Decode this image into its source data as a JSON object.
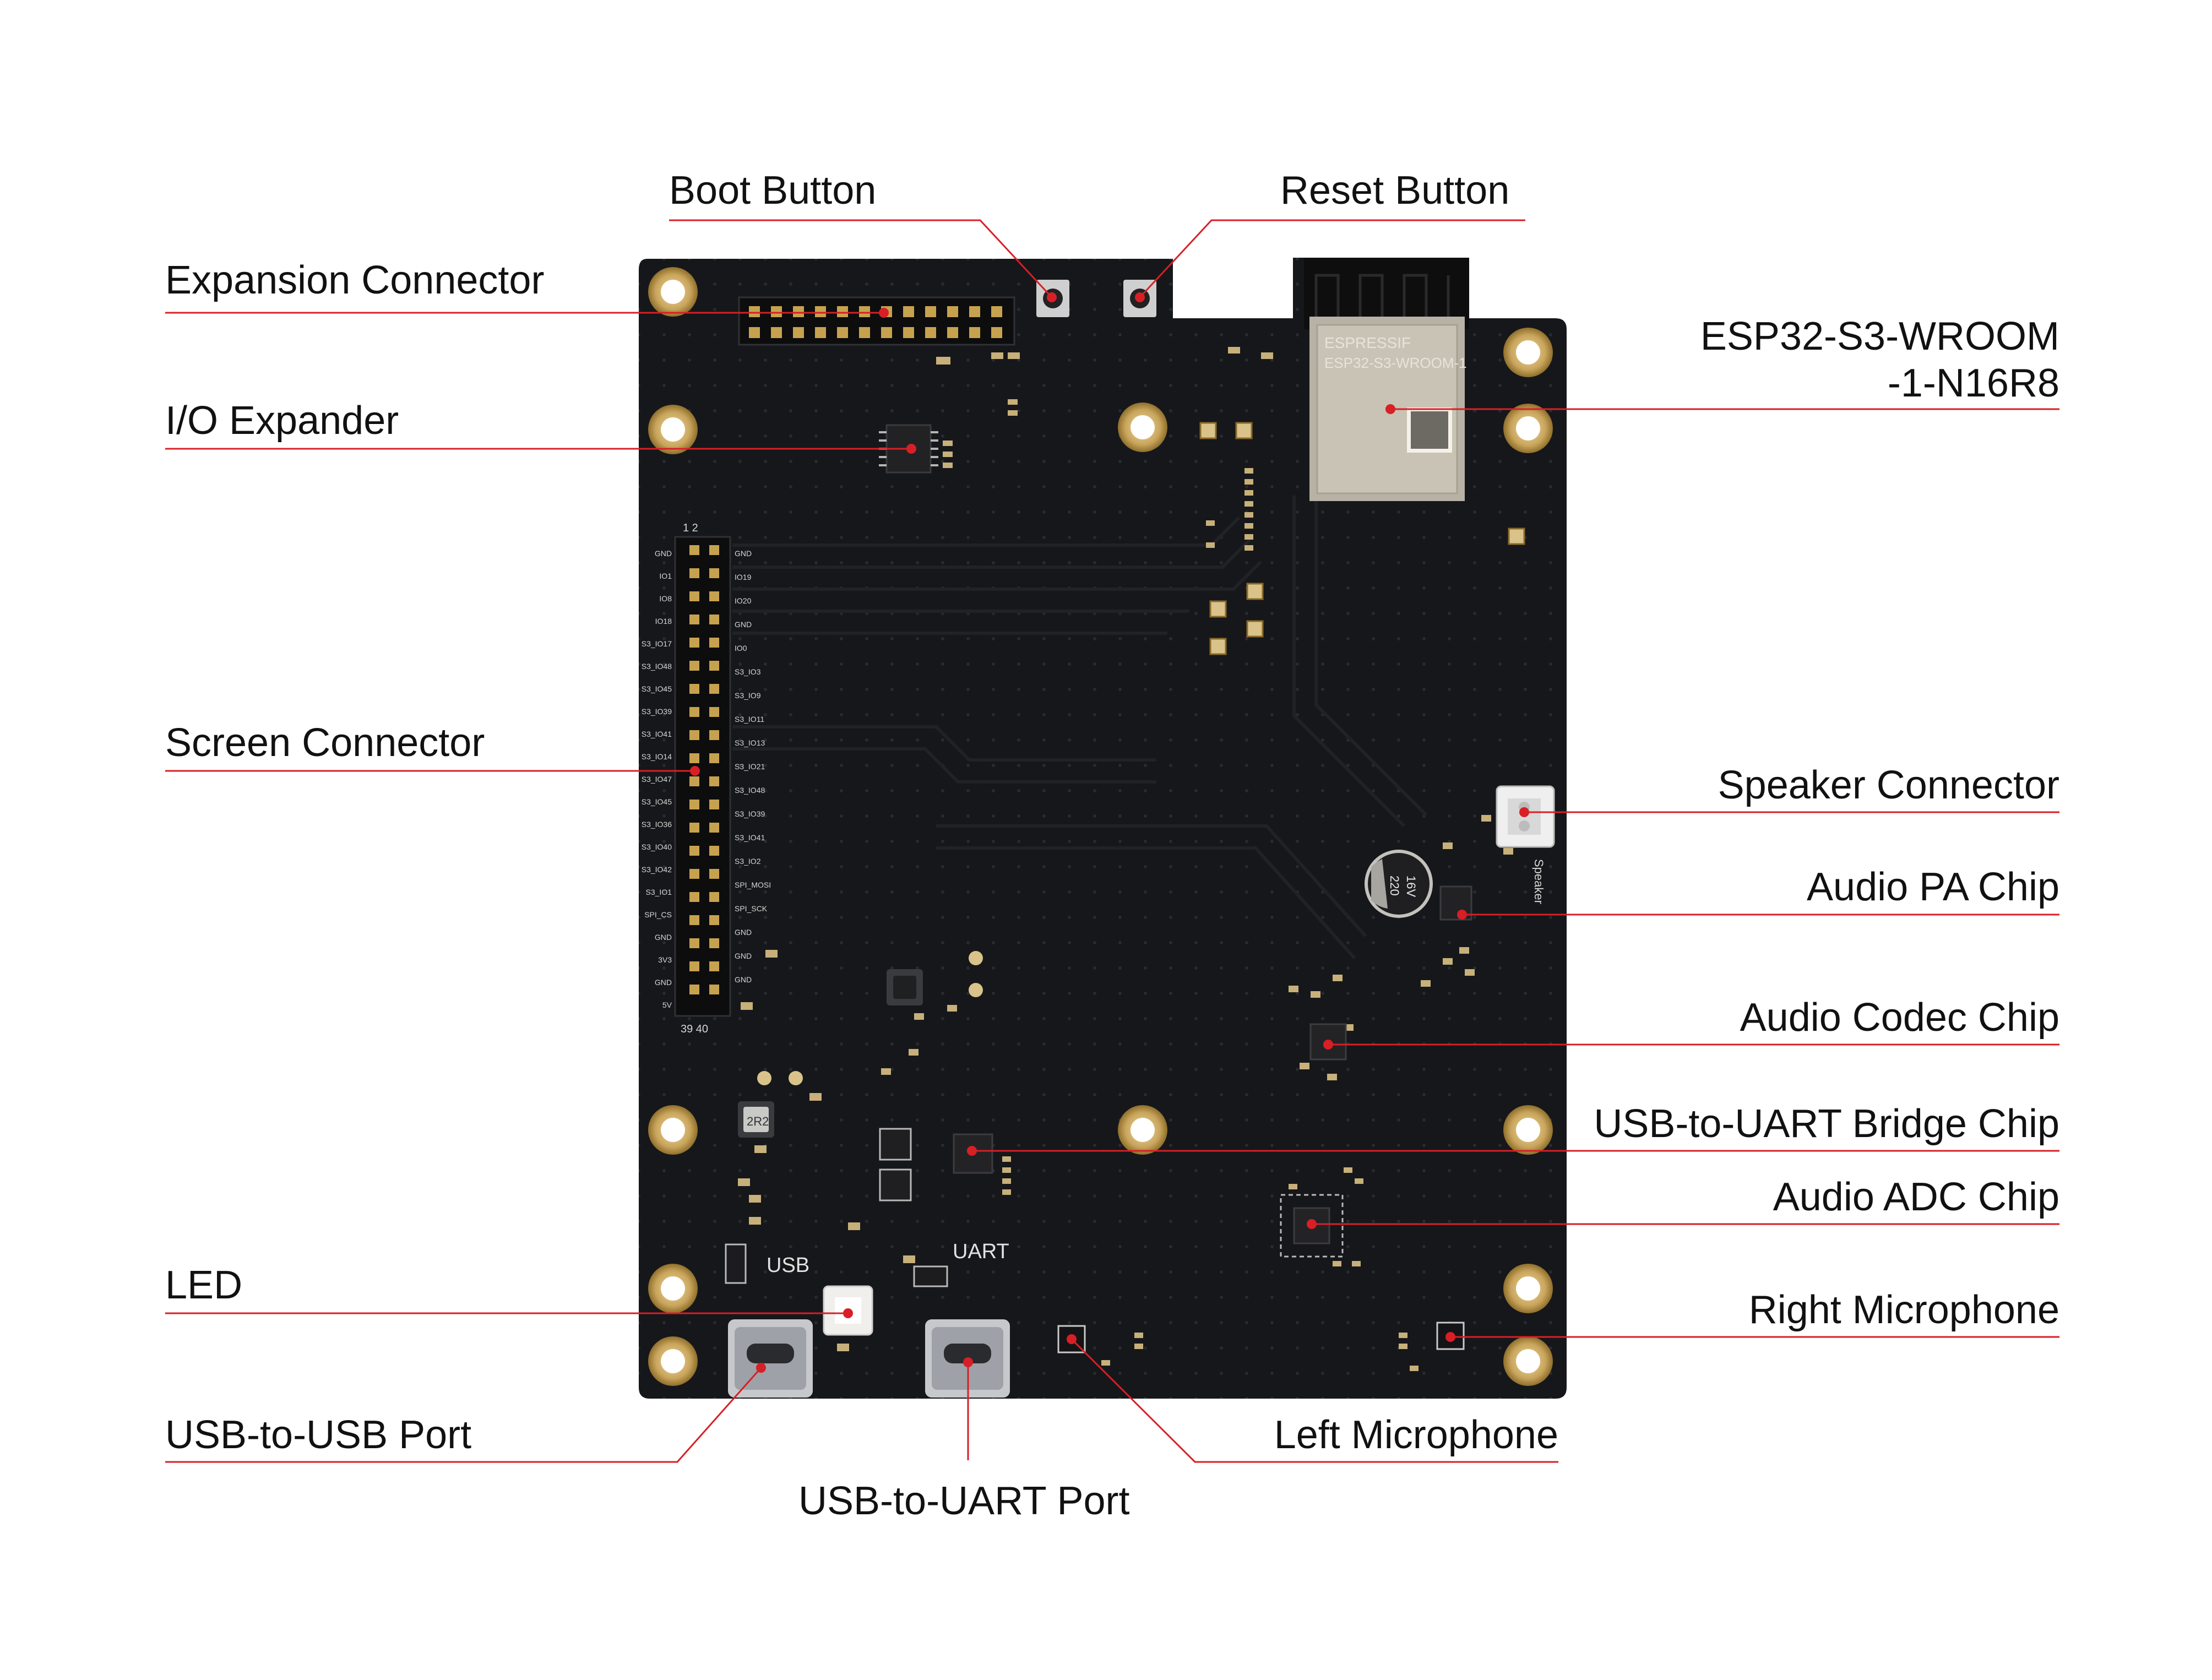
{
  "colors": {
    "accent": "#d81f26",
    "board": "#16171a",
    "gold": "#c9a55c"
  },
  "labels": {
    "boot_button": "Boot Button",
    "reset_button": "Reset Button",
    "expansion_connector": "Expansion Connector",
    "esp_module_line1": "ESP32-S3-WROOM",
    "esp_module_line2": "-1-N16R8",
    "io_expander": "I/O Expander",
    "screen_connector": "Screen Connector",
    "speaker_connector": "Speaker Connector",
    "audio_pa_chip": "Audio PA Chip",
    "audio_codec_chip": "Audio Codec Chip",
    "usb_uart_bridge_chip": "USB-to-UART Bridge Chip",
    "audio_adc_chip": "Audio ADC Chip",
    "led": "LED",
    "right_microphone": "Right Microphone",
    "usb_usb_port": "USB-to-USB Port",
    "left_microphone": "Left Microphone",
    "usb_uart_port": "USB-to-UART Port"
  },
  "board": {
    "usb_silk": "USB",
    "uart_silk": "UART",
    "module_brand": "ESPRESSIF",
    "module_model": "ESP32-S3-WROOM-1",
    "inductor_mark": "2R2",
    "cap_mark_top": "220",
    "cap_mark_bottom": "16V",
    "speaker_silk": "Speaker",
    "screen_pin_top": "1  2",
    "screen_pin_bottom": "39  40",
    "left_pins": [
      "GND",
      "IO1",
      "IO8",
      "IO18",
      "S3_IO17",
      "S3_IO48",
      "S3_IO45",
      "S3_IO39",
      "S3_IO41",
      "S3_IO14",
      "S3_IO47",
      "S3_IO45",
      "S3_IO36",
      "S3_IO40",
      "S3_IO42",
      "S3_IO1",
      "SPI_CS",
      "GND",
      "3V3",
      "GND",
      "5V"
    ],
    "right_pins": [
      "GND",
      "IO19",
      "IO20",
      "GND",
      "IO0",
      "S3_IO3",
      "S3_IO9",
      "S3_IO11",
      "S3_IO13",
      "S3_IO21",
      "S3_IO48",
      "S3_IO39",
      "S3_IO41",
      "S3_IO2",
      "SPI_MOSI",
      "SPI_SCK",
      "GND",
      "GND",
      "GND"
    ]
  }
}
